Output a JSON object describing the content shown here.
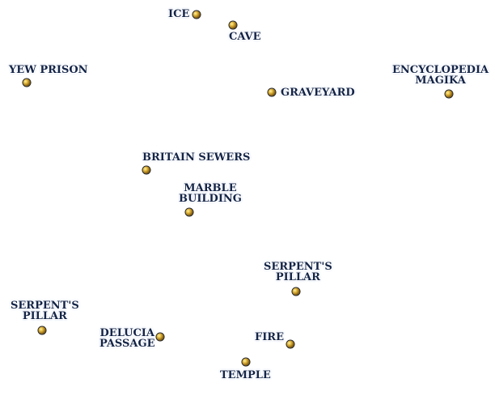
{
  "locations": [
    {
      "id": "ice",
      "label": "ICE"
    },
    {
      "id": "cave",
      "label": "CAVE"
    },
    {
      "id": "yew-prison",
      "label": "YEW PRISON"
    },
    {
      "id": "graveyard",
      "label": "GRAVEYARD"
    },
    {
      "id": "encyclopedia-magika",
      "label": "ENCYCLOPEDIA\nMAGIKA"
    },
    {
      "id": "britain-sewers",
      "label": "BRITAIN SEWERS"
    },
    {
      "id": "marble-building",
      "label": "MARBLE\nBUILDING"
    },
    {
      "id": "serpents-pillar-east",
      "label": "SERPENT'S\nPILLAR"
    },
    {
      "id": "serpents-pillar-west",
      "label": "SERPENT'S\nPILLAR"
    },
    {
      "id": "delucia-passage",
      "label": "DELUCIA\nPASSAGE"
    },
    {
      "id": "fire",
      "label": "FIRE"
    },
    {
      "id": "temple",
      "label": "TEMPLE"
    }
  ],
  "colors": {
    "label_text": "#142447",
    "label_glow": "#9fb3d6",
    "marker_gold": "#e0b43a",
    "background": "#ffffff"
  },
  "icons": {
    "marker": "location-marker-icon"
  }
}
